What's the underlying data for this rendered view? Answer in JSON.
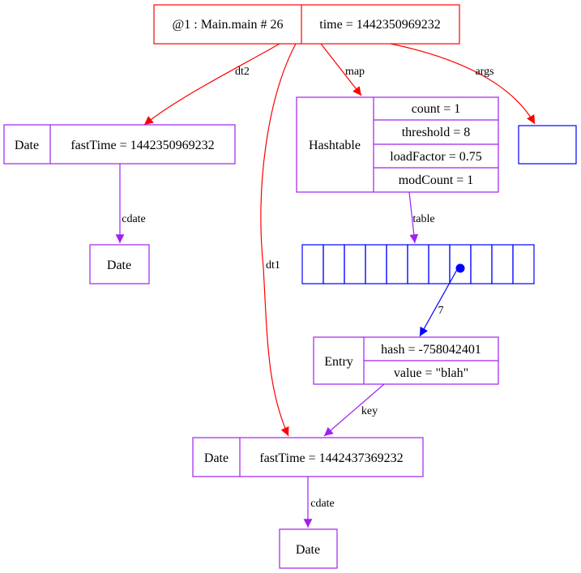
{
  "colors": {
    "red": "#ff0000",
    "purple": "#a020f0",
    "blue": "#0000ff",
    "text": "#000000"
  },
  "nodes": {
    "frame": {
      "label": "@1 : Main.main # 26",
      "time": "time = 1442350969232"
    },
    "dt2": {
      "type": "Date",
      "fastTime": "fastTime = 1442350969232"
    },
    "dt2_cdate": {
      "type": "Date"
    },
    "hashtable": {
      "type": "Hashtable",
      "count": "count = 1",
      "threshold": "threshold = 8",
      "loadFactor": "loadFactor = 0.75",
      "modCount": "modCount = 1"
    },
    "table": {
      "slots": 11,
      "filled_index": 7
    },
    "entry": {
      "type": "Entry",
      "hash": "hash = -758042401",
      "value": "value = \"blah\""
    },
    "dt1": {
      "type": "Date",
      "fastTime": "fastTime = 1442437369232"
    },
    "dt1_cdate": {
      "type": "Date"
    }
  },
  "edges": {
    "dt2": "dt2",
    "dt1": "dt1",
    "map": "map",
    "args": "args",
    "cdate_top": "cdate",
    "table": "table",
    "slot": "7",
    "key": "key",
    "cdate_bottom": "cdate"
  }
}
